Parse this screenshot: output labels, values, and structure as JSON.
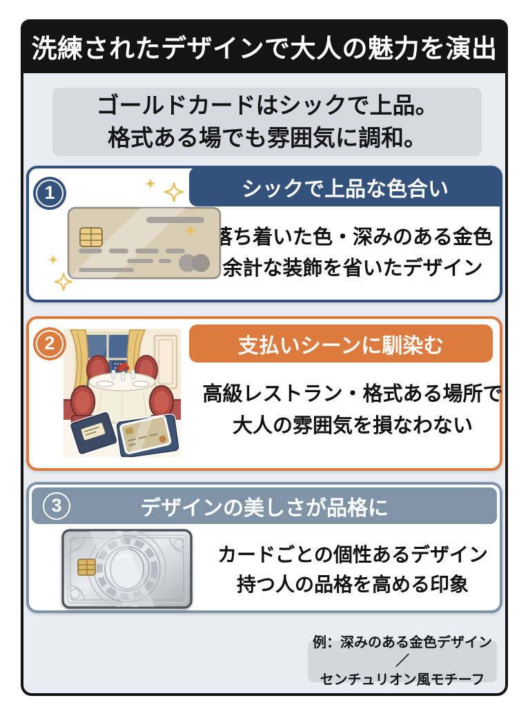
{
  "header": {
    "title": "洗練されたデザインで大人の魅力を演出"
  },
  "intro": {
    "line1": "ゴールドカードはシックで上品。",
    "line2": "格式ある場でも雰囲気に調和。"
  },
  "sections": [
    {
      "number": "1",
      "title": "シックで上品な色合い",
      "body_line1": "落ち着いた色・深みのある金色",
      "body_line2": "余計な装飾を省いたデザイン",
      "accent_color": "#33527b",
      "illustration": "gold-credit-card-with-sparkles"
    },
    {
      "number": "2",
      "title": "支払いシーンに馴染む",
      "body_line1": "高級レストラン・格式ある場所で",
      "body_line2": "大人の雰囲気を損なわない",
      "accent_color": "#dd7b3e",
      "illustration": "restaurant-table-bill-folder-and-card"
    },
    {
      "number": "3",
      "title": "デザインの美しさが品格に",
      "body_line1": "カードごとの個性あるデザイン",
      "body_line2": "持つ人の品格を高める印象",
      "accent_color": "#8094a7",
      "illustration": "silver-engraved-centurion-card"
    }
  ],
  "note": {
    "line1": "例：深みのある金色デザイン／",
    "line2": "センチュリオン風モチーフ"
  },
  "colors": {
    "frame": "#141414",
    "body_bg": "#e9edf2",
    "intro_bg": "#d6dae0",
    "note_bg": "#d3d7dc",
    "navy": "#33527b",
    "orange": "#dd7b3e",
    "steel": "#8094a7",
    "sparkle_gold": "#e9c25e",
    "text": "#141414",
    "white": "#ffffff"
  }
}
